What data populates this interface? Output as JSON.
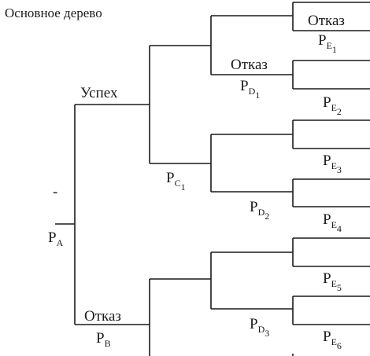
{
  "title": "Основное дерево",
  "labels": {
    "success": "Успех",
    "failure": "Отказ"
  },
  "probabilities": {
    "pa": {
      "base": "P",
      "sub": "A"
    },
    "pb": {
      "base": "P",
      "sub": "B"
    },
    "pc1": {
      "base": "P",
      "sub": "C",
      "subsub": "1"
    },
    "pd1": {
      "base": "P",
      "sub": "D",
      "subsub": "1"
    },
    "pd2": {
      "base": "P",
      "sub": "D",
      "subsub": "2"
    },
    "pd3": {
      "base": "P",
      "sub": "D",
      "subsub": "3"
    },
    "pe1": {
      "base": "P",
      "sub": "E",
      "subsub": "1"
    },
    "pe2": {
      "base": "P",
      "sub": "E",
      "subsub": "2"
    },
    "pe3": {
      "base": "P",
      "sub": "E",
      "subsub": "3"
    },
    "pe4": {
      "base": "P",
      "sub": "E",
      "subsub": "4"
    },
    "pe5": {
      "base": "P",
      "sub": "E",
      "subsub": "5"
    },
    "pe6": {
      "base": "P",
      "sub": "E",
      "subsub": "6"
    }
  },
  "edge_marks": {
    "a_top_tick": "-"
  }
}
